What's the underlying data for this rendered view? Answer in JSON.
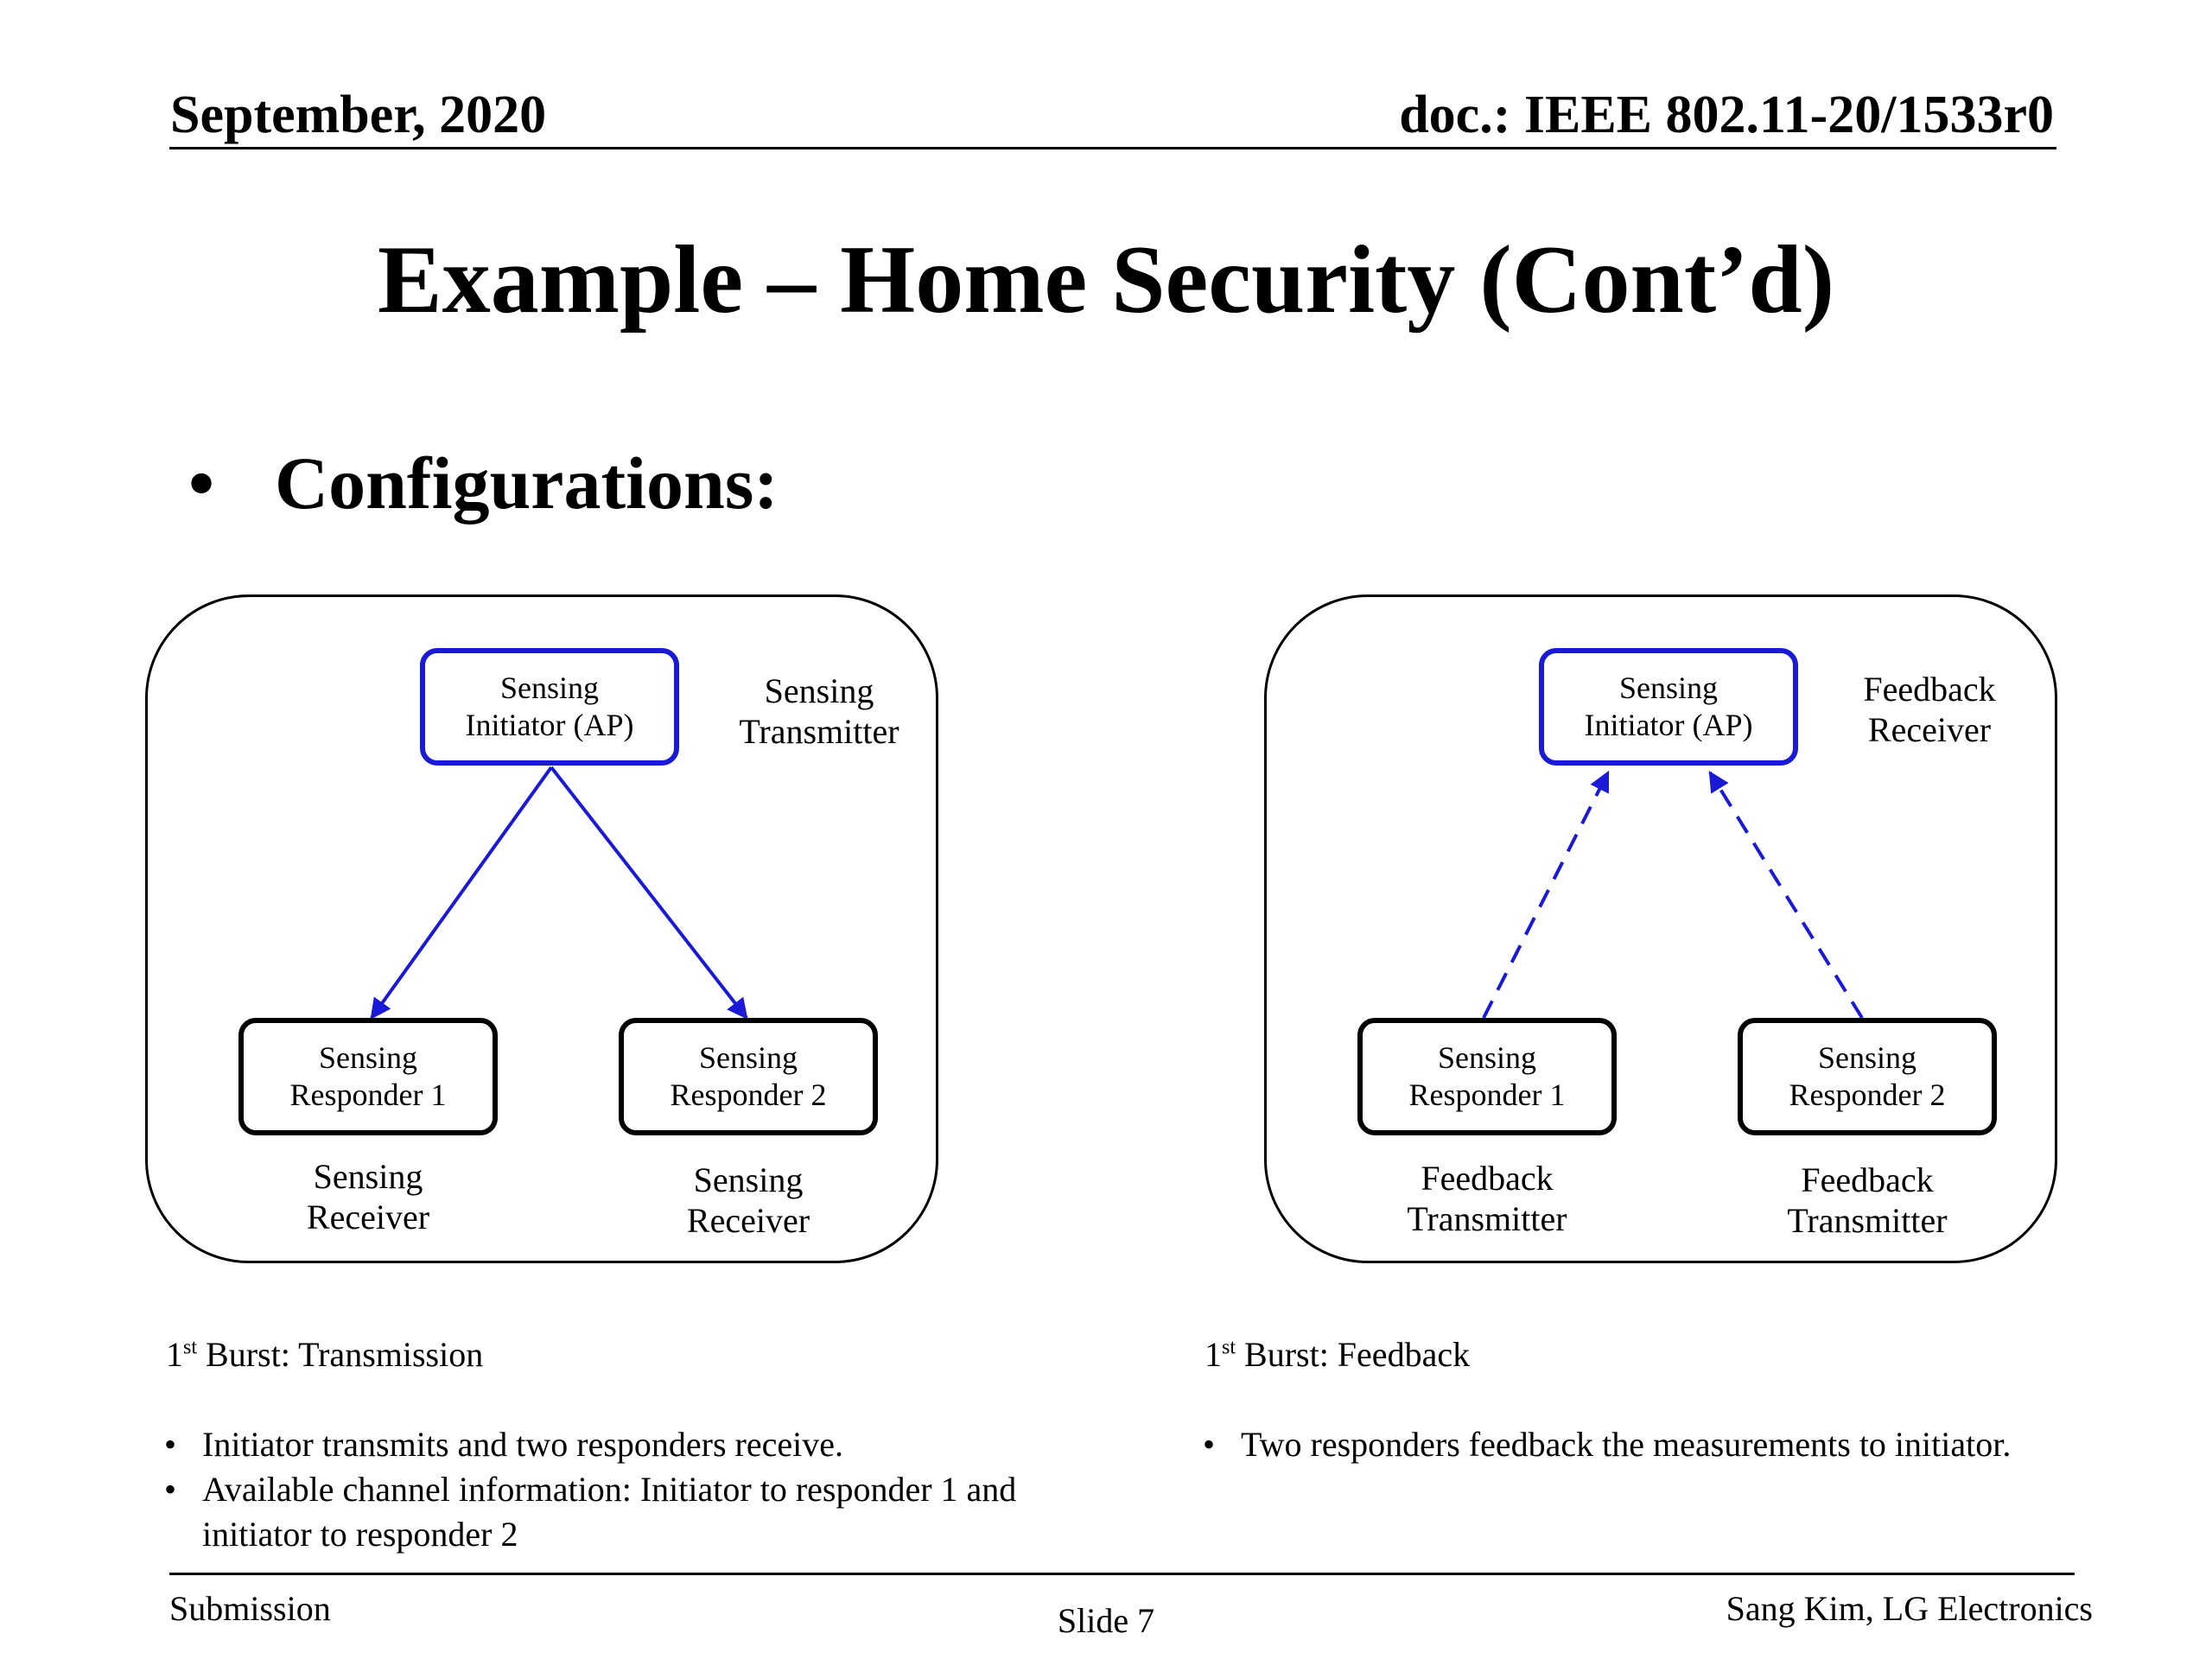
{
  "header": {
    "date": "September, 2020",
    "doc_id": "doc.: IEEE 802.11-20/1533r0"
  },
  "title": "Example – Home Security (Cont’d)",
  "main_bullet": "Configurations:",
  "colors": {
    "initiator_border": "#1a1ad6",
    "arrow": "#1a1ad6"
  },
  "diagrams": [
    {
      "initiator": {
        "line1": "Sensing",
        "line2": "Initiator (AP)"
      },
      "initiator_role": {
        "line1": "Sensing",
        "line2": "Transmitter"
      },
      "responder1": {
        "line1": "Sensing",
        "line2": "Responder 1"
      },
      "responder1_role": {
        "line1": "Sensing",
        "line2": "Receiver"
      },
      "responder2": {
        "line1": "Sensing",
        "line2": "Responder 2"
      },
      "responder2_role": {
        "line1": "Sensing",
        "line2": "Receiver"
      },
      "arrow_style": "solid",
      "arrow_direction": "initiator-to-responders",
      "caption": {
        "ordinal": "1",
        "suffix": "st",
        "text": " Burst: Transmission"
      },
      "bullets": [
        "Initiator transmits and two responders receive.",
        "Available channel information: Initiator to responder 1 and initiator to responder 2"
      ]
    },
    {
      "initiator": {
        "line1": "Sensing",
        "line2": "Initiator (AP)"
      },
      "initiator_role": {
        "line1": "Feedback",
        "line2": "Receiver"
      },
      "responder1": {
        "line1": "Sensing",
        "line2": "Responder 1"
      },
      "responder1_role": {
        "line1": "Feedback",
        "line2": "Transmitter"
      },
      "responder2": {
        "line1": "Sensing",
        "line2": "Responder 2"
      },
      "responder2_role": {
        "line1": "Feedback",
        "line2": "Transmitter"
      },
      "arrow_style": "dashed",
      "arrow_direction": "responders-to-initiator",
      "caption": {
        "ordinal": "1",
        "suffix": "st",
        "text": " Burst: Feedback"
      },
      "bullets": [
        "Two responders feedback the measurements to initiator."
      ]
    }
  ],
  "footer": {
    "left": "Submission",
    "center": "Slide 7",
    "right": "Sang Kim, LG Electronics"
  }
}
